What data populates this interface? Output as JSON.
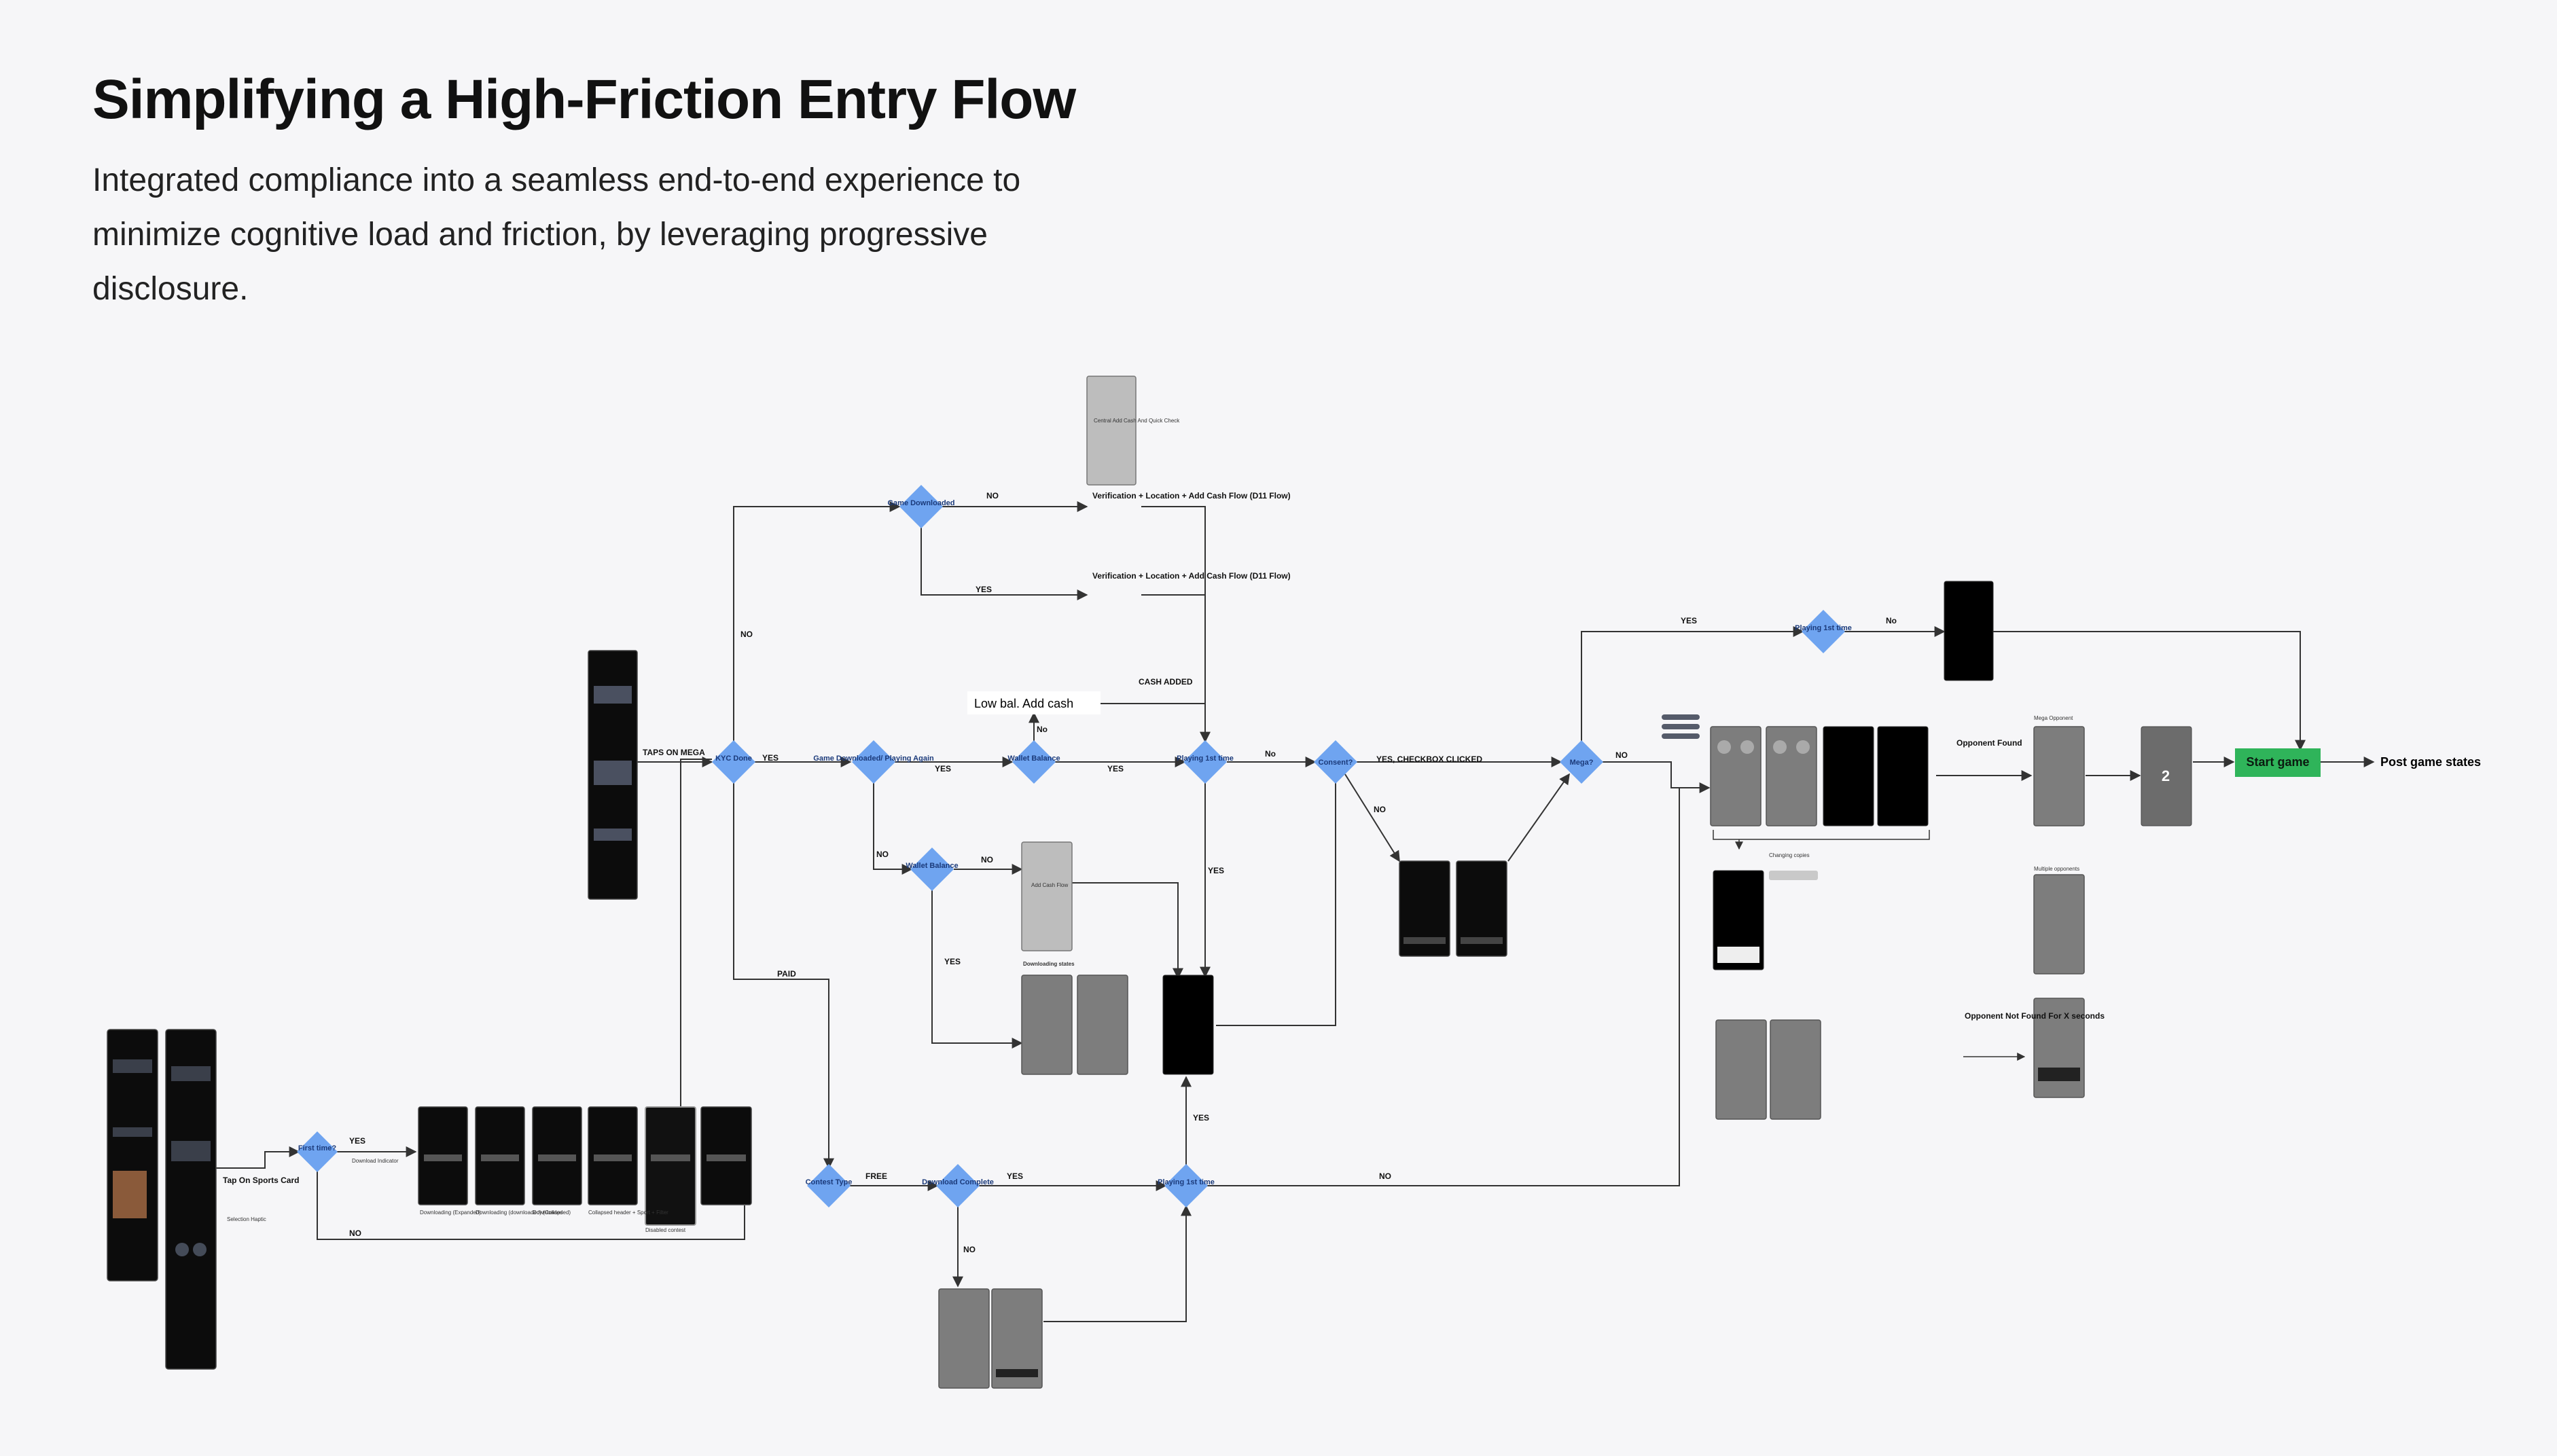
{
  "header": {
    "title": "Simplifying a High-Friction Entry Flow",
    "subtitle": "Integrated compliance into a seamless end-to-end experience to minimize cognitive load and friction, by leveraging progressive disclosure."
  },
  "colors": {
    "decision": "#6fa4f0",
    "start_game": "#2fb45a",
    "background": "#f6f6f8"
  },
  "decisions": {
    "first_time": "First time?",
    "kyc_done": "KYC Done",
    "game_downloaded_top": "Game Downloaded",
    "game_downloaded_playing_again": "Game Downloaded/ Playing Again",
    "wallet_balance_mid": "Wallet Balance",
    "wallet_balance_low": "Wallet Balance",
    "playing_1st_time_mid": "Playing 1st time",
    "consent": "Consent?",
    "mega": "Mega?",
    "playing_1st_time_top": "Playing 1st time",
    "contest_type": "Contest Type",
    "download_complete": "Download Complete",
    "playing_1st_time_bottom": "Playing 1st time"
  },
  "edge_labels": {
    "yes_first_time": "YES",
    "no_first_time": "NO",
    "taps_on_mega": "TAPS ON MEGA",
    "yes_kyc": "YES",
    "no_kyc": "NO",
    "paid": "PAID",
    "no_top": "NO",
    "yes_top": "YES",
    "yes_game_downloaded": "YES",
    "no_game_downloaded": "NO",
    "yes_wallet": "YES",
    "no_wallet_mid": "No",
    "no_wallet_low": "NO",
    "yes_wallet_low": "YES",
    "cash_added": "CASH ADDED",
    "no_playing_mid": "No",
    "yes_playing_mid": "YES",
    "yes_checkbox": "YES, CHECKBOX CLICKED",
    "no_consent": "NO",
    "no_mega": "NO",
    "yes_mega": "YES",
    "no_playing_top": "No",
    "free": "FREE",
    "yes_download": "YES",
    "no_download": "NO",
    "yes_playing_bottom": "YES",
    "no_playing_bottom": "NO"
  },
  "node_labels": {
    "tap_on_sports_card": "Tap On Sports Card",
    "selection_haptic": "Selection Haptic",
    "download_indicator": "Download Indicator",
    "low_balance": "Low bal. Add cash",
    "verification_flow_a": "Verification + Location + Add Cash Flow (D11 Flow)",
    "verification_flow_b": "Verification + Location + Add Cash Flow (D11 Flow)",
    "central_add_cash": "Central Add Cash And Quick Check",
    "add_cash_flow": "Add Cash Flow",
    "downloading_states": "Downloading states",
    "opponent_found": "Opponent Found",
    "opponent_not_found": "Opponent Not Found For X seconds",
    "start_game": "Start game",
    "post_game_states": "Post game states",
    "countdown_value": "2",
    "mega_opponent": "Mega Opponent",
    "multiple_opponents": "Multiple opponents",
    "changing_copies": "Changing copies"
  },
  "screen_captions": {
    "downloading_expanded": "Downloading (Expanded)",
    "downloading_collapsed": "Downloading (downloaded) (Collapsed)",
    "downloaded": "Downloaded",
    "collapsed_header": "Collapsed header + Sport + Filter",
    "disabled_contest": "Disabled contest"
  }
}
